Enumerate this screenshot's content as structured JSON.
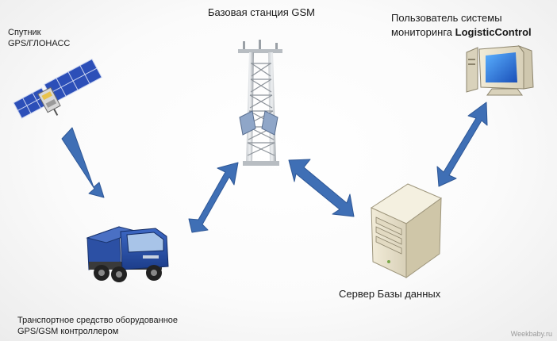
{
  "satellite": {
    "line1": "Спутник",
    "line2": "GPS/ГЛОНАСС"
  },
  "gsm_station": {
    "label": "Базовая станция GSM"
  },
  "user": {
    "line1": "Пользователь системы",
    "line2_prefix": "мониторинга ",
    "line2_bold": "LogisticControl"
  },
  "server": {
    "label": "Сервер Базы данных"
  },
  "truck": {
    "line1": "Транспортное средство оборудованное",
    "line2": "GPS/GSM контроллером"
  },
  "watermark": "Weekbaby.ru",
  "colors": {
    "arrow": "#3f6fb5",
    "arrow_edge": "#2e5796",
    "truck_cab": "#2a4fa8",
    "dumper": "#2c50a4",
    "monitor_screen": "#2a72d6",
    "solar_panel": "#2c4fb8"
  }
}
